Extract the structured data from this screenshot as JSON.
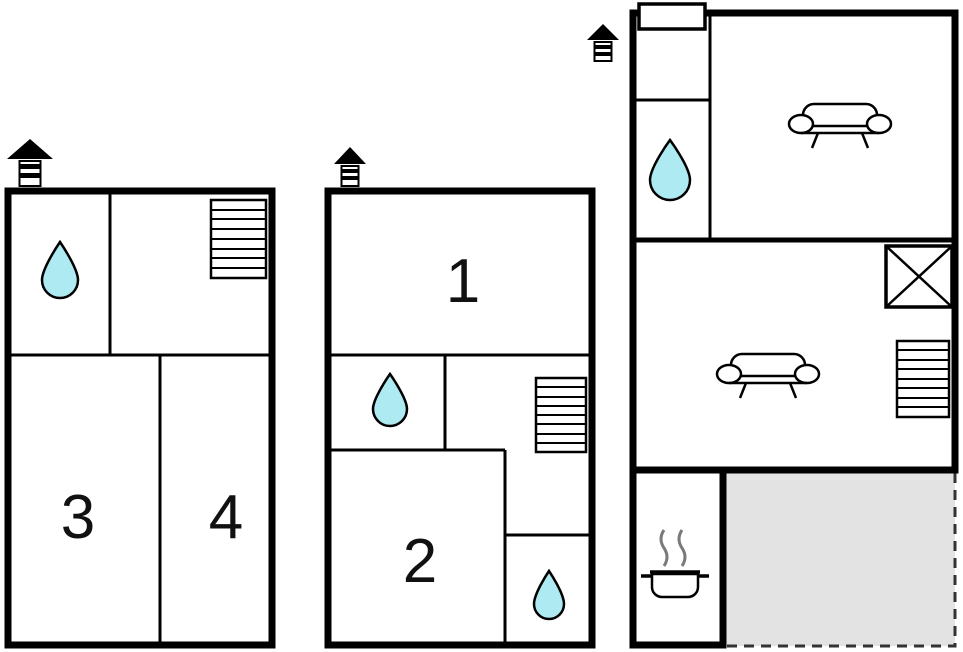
{
  "colors": {
    "wall": "#000000",
    "water_drop": "#aeeaf2",
    "terrace": "#e3e3e3",
    "steam": "#7a7a7a"
  },
  "rooms": {
    "room1": {
      "label": "1"
    },
    "room2": {
      "label": "2"
    },
    "room3": {
      "label": "3"
    },
    "room4": {
      "label": "4"
    }
  },
  "icons": {
    "chimney_vent": "chimney-vent-icon",
    "water_drop": "water-drop-icon",
    "stairs": "stairs-icon",
    "sofa": "sofa-icon",
    "cooking_pot": "cooking-pot-icon",
    "window_cross": "window-cross-icon"
  }
}
